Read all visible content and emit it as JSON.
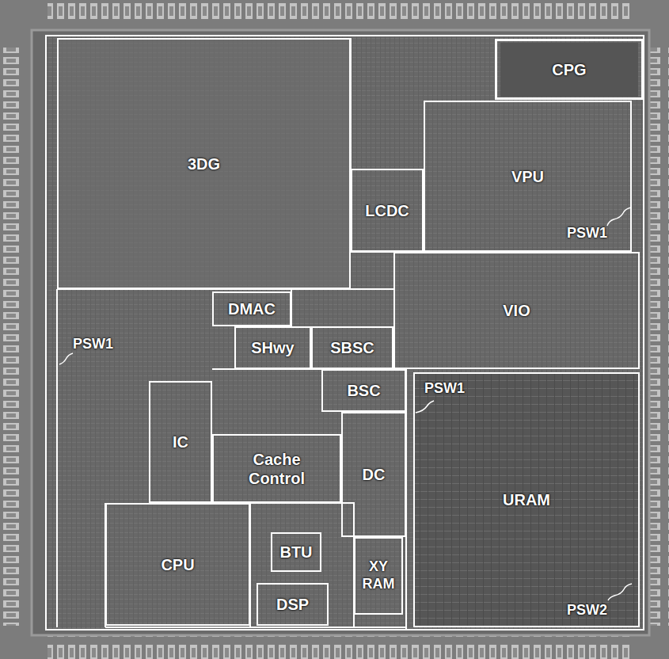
{
  "diagram": {
    "nodes": [
      {
        "text": [
          "3DG"
        ]
      },
      {
        "text": [
          "CPG"
        ]
      },
      {
        "text": [
          "VPU"
        ]
      },
      {
        "text": [
          "LCDC"
        ]
      },
      {
        "text": [
          "VIO"
        ]
      },
      {
        "text": [
          "DMAC"
        ]
      },
      {
        "text": [
          "SHwy"
        ]
      },
      {
        "text": [
          "SBSC"
        ]
      },
      {
        "text": [
          "BSC"
        ]
      },
      {
        "text": [
          "IC"
        ]
      },
      {
        "text": [
          "Cache Control"
        ]
      },
      {
        "text": [
          "DC"
        ]
      },
      {
        "text": [
          "URAM"
        ]
      },
      {
        "text": [
          "CPU"
        ]
      },
      {
        "text": [
          "BTU"
        ]
      },
      {
        "text": [
          "XY RAM"
        ]
      },
      {
        "text": [
          "DSP"
        ]
      }
    ],
    "labels": [
      "PSW1",
      "PSW1",
      "PSW1",
      "PSW2"
    ]
  }
}
